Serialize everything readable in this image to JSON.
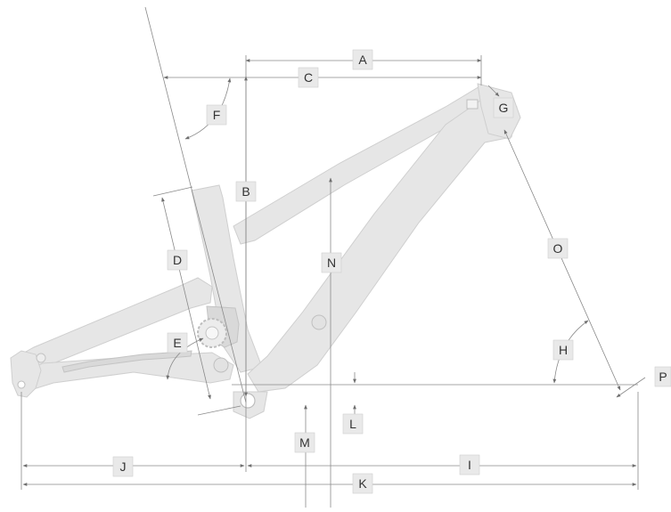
{
  "labels": {
    "A": "A",
    "B": "B",
    "C": "C",
    "D": "D",
    "E": "E",
    "F": "F",
    "G": "G",
    "H": "H",
    "I": "I",
    "J": "J",
    "K": "K",
    "L": "L",
    "M": "M",
    "N": "N",
    "O": "O",
    "P": "P"
  },
  "colors": {
    "frame": "#e6e6e6",
    "frame_outline": "#cfcfcf",
    "dimension_line": "#8a8a8a",
    "label_box": "#e9e9e9",
    "label_text": "#333333"
  },
  "icons": [
    "chainring-icon",
    "shock-icon",
    "rear-dropout-icon",
    "bottom-bracket-icon"
  ]
}
